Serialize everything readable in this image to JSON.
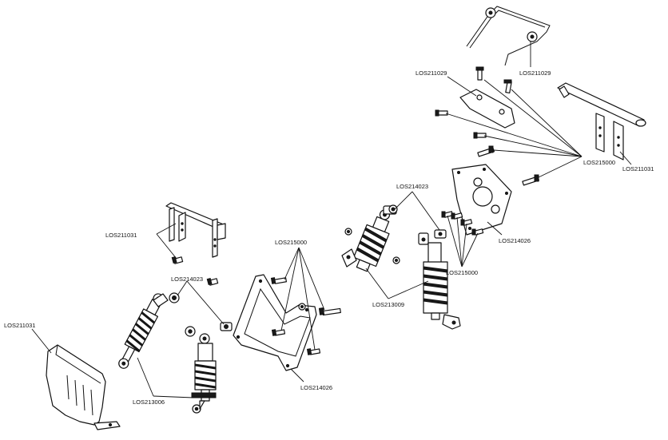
{
  "labels": {
    "bumper_a": "LOS211031",
    "bumper_b": "LOS211031",
    "bumper_c": "LOS211031",
    "servo_saver_rod": "LOS211029",
    "servo_mount": "LOS211029",
    "screws_top": "LOS215000",
    "screws_mid": "LOS215000",
    "screws_right": "LOS215000",
    "ball_studs_left": "LOS214023",
    "ball_studs_right": "LOS214023",
    "tower_plate_right": "LOS214026",
    "tower_plate_mid": "LOS214026",
    "shocks_right": "LOS213009",
    "shocks_left": "LOS213006"
  }
}
